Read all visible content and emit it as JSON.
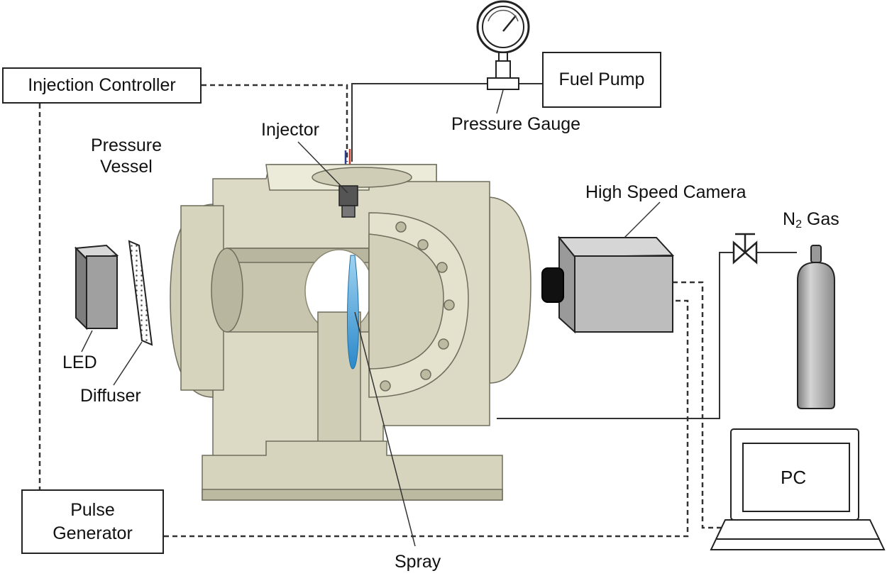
{
  "labels": {
    "injection_controller": "Injection Controller",
    "fuel_pump": "Fuel Pump",
    "pressure_gauge": "Pressure Gauge",
    "injector": "Injector",
    "pressure_vessel_line1": "Pressure",
    "pressure_vessel_line2": "Vessel",
    "high_speed_camera": "High Speed Camera",
    "n2_gas_n": "N",
    "n2_gas_sub": "2",
    "n2_gas_rest": " Gas",
    "led": "LED",
    "diffuser": "Diffuser",
    "pulse_generator_line1": "Pulse",
    "pulse_generator_line2": "Generator",
    "spray": "Spray",
    "pc": "PC"
  },
  "colors": {
    "vessel_body": "#dcdac4",
    "vessel_dark": "#b9b69f",
    "vessel_light": "#ecebd9",
    "spray": "#3b9ad4",
    "camera": "#bdbdbd",
    "cylinder": "#a9a9a9",
    "led": "#a0a0a0",
    "line": "#333333"
  }
}
